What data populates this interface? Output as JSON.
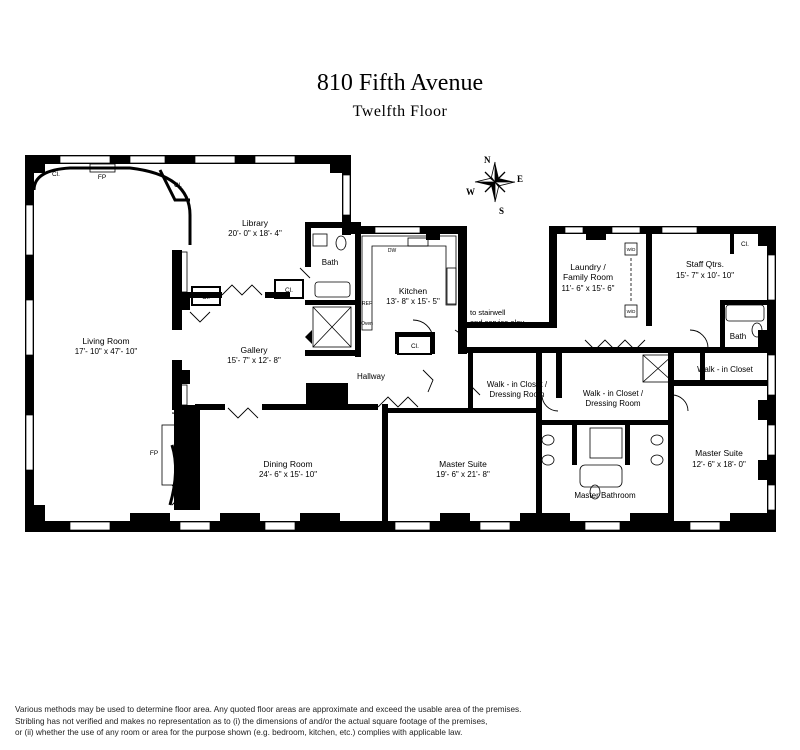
{
  "header": {
    "title": "810 Fifth Avenue",
    "subtitle": "Twelfth Floor"
  },
  "compass": {
    "n": "N",
    "e": "E",
    "s": "S",
    "w": "W"
  },
  "rooms": {
    "library": {
      "name": "Library",
      "dims": "20'- 0\" x 18'- 4\""
    },
    "living_room": {
      "name": "Living Room",
      "dims": "17'- 10\" x 47'- 10\""
    },
    "gallery": {
      "name": "Gallery",
      "dims": "15'- 7\" x 12'- 8\""
    },
    "kitchen": {
      "name": "Kitchen",
      "dims": "13'- 8\" x 15'- 5\""
    },
    "dining_room": {
      "name": "Dining Room",
      "dims": "24'- 6\" x 15'- 10\""
    },
    "laundry": {
      "line1": "Laundry /",
      "line2": "Family Room",
      "dims": "11'- 6\" x 15'- 6\""
    },
    "staff_qtrs": {
      "name": "Staff Qtrs.",
      "dims": "15'- 7\" x 10'- 10\""
    },
    "master_suite_1": {
      "name": "Master Suite",
      "dims": "19'- 6\" x 21'- 8\""
    },
    "master_suite_2": {
      "name": "Master Suite",
      "dims": "12'- 6\" x 18'- 0\""
    },
    "walkin_closet_1": {
      "line1": "Walk - in Closet /",
      "line2": "Dressing Room"
    },
    "walkin_closet_2": {
      "line1": "Walk - in Closet /",
      "line2": "Dressing Room"
    },
    "walkin_closet_3": {
      "name": "Walk - in Closet"
    },
    "master_bathroom": {
      "name": "Master Bathroom"
    },
    "hallway": {
      "name": "Hallway"
    },
    "bath_1": {
      "name": "Bath"
    },
    "bath_2": {
      "name": "Bath"
    },
    "stairwell": {
      "line1": "to stairwell",
      "line2": "and service elev."
    }
  },
  "small_labels": {
    "cl": "Cl.",
    "fp": "FP",
    "dw": "DW",
    "ref": "REF",
    "oven": "Oven",
    "wd": "W/D"
  },
  "disclaimer": [
    "Various methods may be used to determine floor area.  Any quoted floor areas are approximate and exceed the usable area of the premises.",
    "Stribling has not verified and makes no representation as to (i) the dimensions of and/or the actual square footage of the premises,",
    "or (ii) whether the use of any room or area for the purpose shown (e.g. bedroom, kitchen, etc.) complies with applicable law."
  ]
}
